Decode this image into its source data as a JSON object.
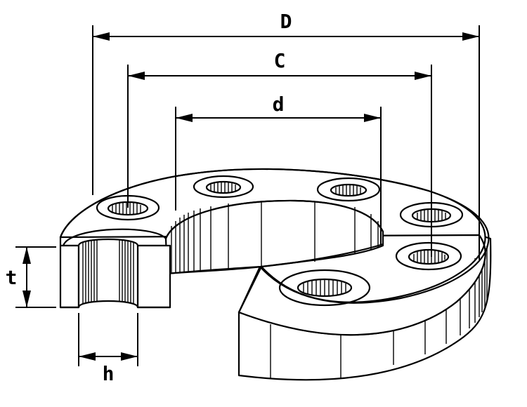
{
  "labels": {
    "D": "D",
    "C": "C",
    "d": "d",
    "t": "t",
    "h": "h"
  },
  "colors": {
    "ink": "#000000",
    "paper": "#ffffff"
  }
}
